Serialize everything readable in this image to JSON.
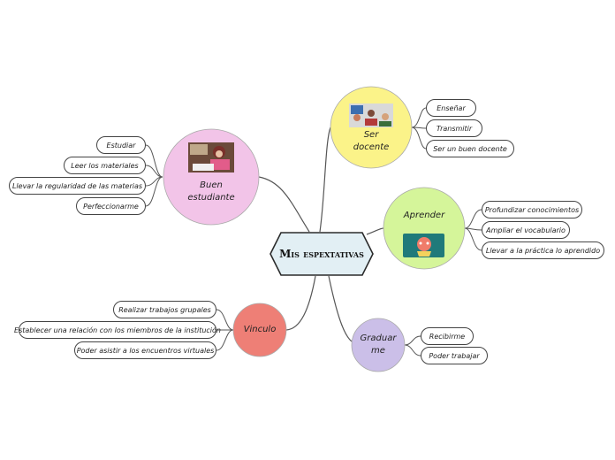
{
  "center": {
    "label": "Mis espextativas"
  },
  "branches": {
    "buen_estudiante": {
      "label_line1": "Buen",
      "label_line2": "estudiante",
      "color": "#f2c4e8",
      "items": [
        "Estudiar",
        "Leer los materiales",
        "Llevar la regularidad de las materias",
        "Perfeccionarme"
      ]
    },
    "ser_docente": {
      "label_line1": "Ser",
      "label_line2": "docente",
      "color": "#fbf389",
      "items": [
        "Enseñar",
        "Transmitir",
        "Ser un buen docente"
      ]
    },
    "aprender": {
      "label": "Aprender",
      "color": "#d5f59a",
      "items": [
        "Profundizar conocimientos",
        "Ampliar el vocabulario",
        "Llevar a la práctica lo aprendido"
      ]
    },
    "vinculo": {
      "label": "Vinculo",
      "color": "#ee7f76",
      "items": [
        "Realizar trabajos grupales",
        "Establecer una relación con los miembros de la institución",
        "Poder asistir a los encuentros virtuales"
      ]
    },
    "graduarme": {
      "label_line1": "Graduar",
      "label_line2": "me",
      "color": "#cbbfe8",
      "items": [
        "Recibirme",
        "Poder trabajar"
      ]
    }
  },
  "colors": {
    "center_fill": "#e2eff4",
    "center_stroke": "#2b2b2b",
    "line": "#555555"
  }
}
